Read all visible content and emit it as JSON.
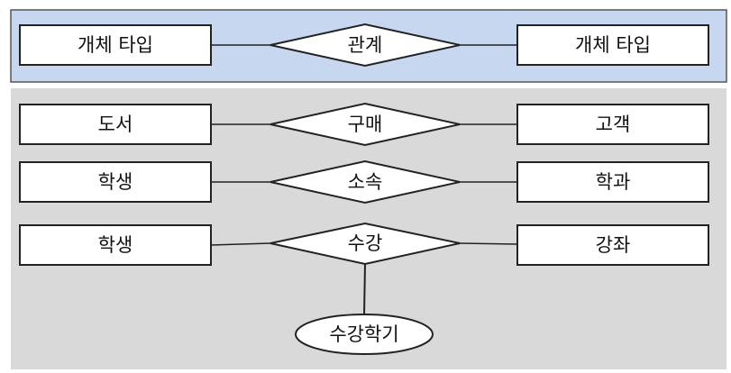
{
  "header": {
    "left_entity": "개체 타입",
    "relation": "관계",
    "right_entity": "개체 타입"
  },
  "rows": [
    {
      "left": "도서",
      "relation": "구매",
      "right": "고객"
    },
    {
      "left": "학생",
      "relation": "소속",
      "right": "학과"
    },
    {
      "left": "학생",
      "relation": "수강",
      "right": "강좌"
    }
  ],
  "attribute": {
    "label": "수강학기"
  },
  "colors": {
    "header_bg": "#c6d7ef",
    "body_bg": "#d9d9d9",
    "outline": "#222222",
    "box_fill": "#ffffff"
  }
}
